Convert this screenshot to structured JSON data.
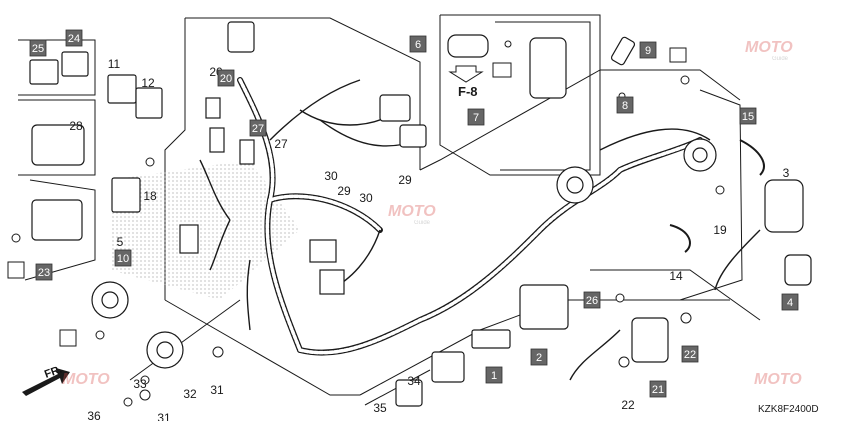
{
  "diagram_code": "KZK8F2400D",
  "section_ref": "F-8",
  "front_label": "FR.",
  "watermark": {
    "brand": "MOTO",
    "sub": "Guide"
  },
  "callouts": [
    {
      "id": "c24",
      "label": "24",
      "boxed": false
    },
    {
      "id": "c25",
      "label": "25",
      "boxed": true
    },
    {
      "id": "c24b",
      "label": "24",
      "boxed": true
    },
    {
      "id": "c11",
      "label": "11",
      "boxed": false
    },
    {
      "id": "c12",
      "label": "12",
      "boxed": false
    },
    {
      "id": "c28",
      "label": "28",
      "boxed": false
    },
    {
      "id": "c20a",
      "label": "20",
      "boxed": false
    },
    {
      "id": "c20b",
      "label": "20",
      "boxed": true
    },
    {
      "id": "c6",
      "label": "6",
      "boxed": true
    },
    {
      "id": "c9",
      "label": "9",
      "boxed": true
    },
    {
      "id": "c8",
      "label": "8",
      "boxed": true
    },
    {
      "id": "c7",
      "label": "7",
      "boxed": true
    },
    {
      "id": "c27a",
      "label": "27",
      "boxed": true
    },
    {
      "id": "c27b",
      "label": "27",
      "boxed": false
    },
    {
      "id": "c30a",
      "label": "30",
      "boxed": false
    },
    {
      "id": "c29a",
      "label": "29",
      "boxed": false
    },
    {
      "id": "c30b",
      "label": "30",
      "boxed": false
    },
    {
      "id": "c29b",
      "label": "29",
      "boxed": false
    },
    {
      "id": "c18",
      "label": "18",
      "boxed": false
    },
    {
      "id": "c5",
      "label": "5",
      "boxed": false
    },
    {
      "id": "c23",
      "label": "23",
      "boxed": true
    },
    {
      "id": "c10",
      "label": "10",
      "boxed": true
    },
    {
      "id": "c15",
      "label": "15",
      "boxed": true
    },
    {
      "id": "c3",
      "label": "3",
      "boxed": false
    },
    {
      "id": "c19",
      "label": "19",
      "boxed": false
    },
    {
      "id": "c14",
      "label": "14",
      "boxed": false
    },
    {
      "id": "c4",
      "label": "4",
      "boxed": true
    },
    {
      "id": "c26",
      "label": "26",
      "boxed": true
    },
    {
      "id": "c22a",
      "label": "22",
      "boxed": true
    },
    {
      "id": "c2",
      "label": "2",
      "boxed": true
    },
    {
      "id": "c1",
      "label": "1",
      "boxed": true
    },
    {
      "id": "c21",
      "label": "21",
      "boxed": true
    },
    {
      "id": "c22b",
      "label": "22",
      "boxed": false
    },
    {
      "id": "c34",
      "label": "34",
      "boxed": false
    },
    {
      "id": "c35",
      "label": "35",
      "boxed": false
    },
    {
      "id": "c33",
      "label": "33",
      "boxed": false
    },
    {
      "id": "c32",
      "label": "32",
      "boxed": false
    },
    {
      "id": "c31a",
      "label": "31",
      "boxed": false
    },
    {
      "id": "c31b",
      "label": "31",
      "boxed": false
    },
    {
      "id": "c36",
      "label": "36",
      "boxed": false
    }
  ],
  "colors": {
    "box_fill": "#666666",
    "line": "#1a1a1a",
    "watermark_red": "#d9534f",
    "watermark_grey": "#8a8a8a"
  }
}
